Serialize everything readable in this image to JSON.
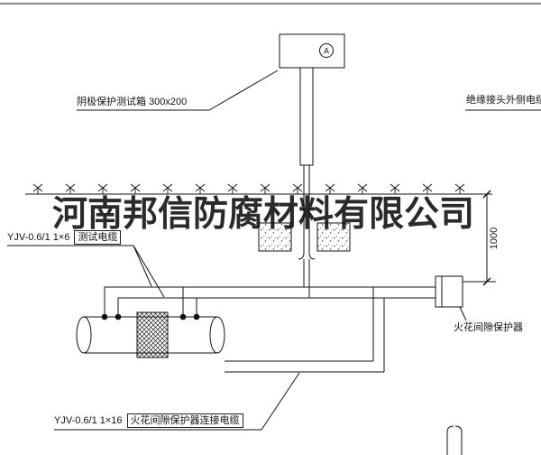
{
  "drawing": {
    "watermark": "河南邦信防腐材料有限公司",
    "labels": {
      "test_box": "阴极保护测试箱 300x200",
      "outer_cable": "绝缘接头外侧电缆",
      "test_cable_spec": "YJV-0.6/1  1×6",
      "test_cable_name": "测试电缆",
      "spark_cable_spec": "YJV-0.6/1  1×16",
      "spark_cable_name": "火花间隙保护器连接电缆",
      "spark_protector": "火花间隙保护器",
      "dim_height": "1000",
      "meter": "A"
    },
    "colors": {
      "line": "#111111",
      "background": "#ffffff",
      "watermark": "#0c0c0c"
    }
  }
}
